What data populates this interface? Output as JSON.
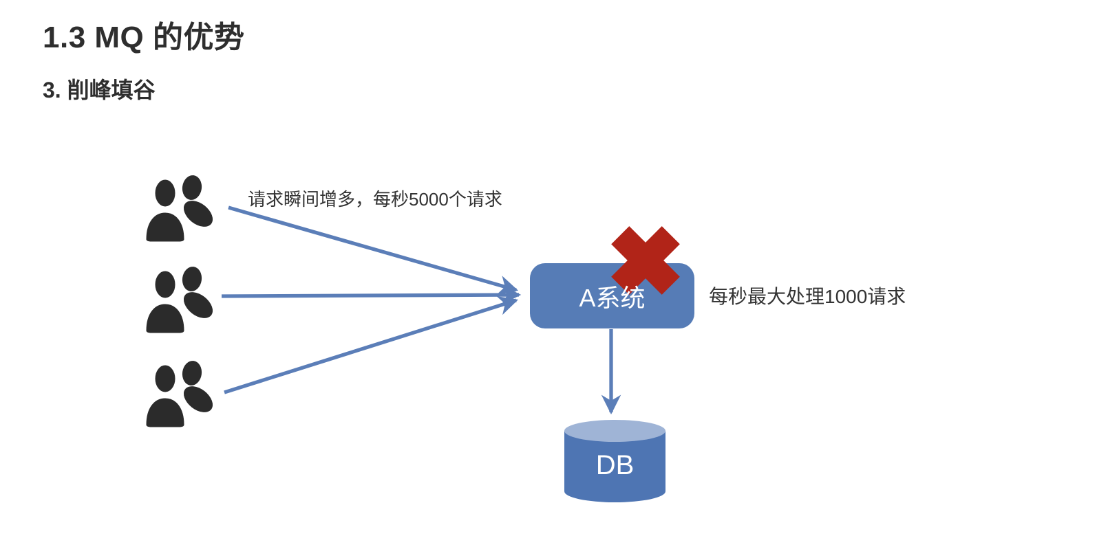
{
  "page": {
    "title": "1.3 MQ 的优势",
    "subtitle": "3. 削峰填谷"
  },
  "diagram": {
    "producers": [
      {
        "icon": "users-icon"
      },
      {
        "icon": "users-icon"
      },
      {
        "icon": "users-icon"
      }
    ],
    "annotations": {
      "burst": "请求瞬间增多，每秒5000个请求",
      "capacity": "每秒最大处理1000请求"
    },
    "nodes": {
      "system_a": {
        "label": "A系统",
        "shape": "rounded-rect",
        "status_icon": "x-mark-icon"
      },
      "db": {
        "label": "DB",
        "shape": "cylinder"
      }
    },
    "colors": {
      "node_blue": "#567CB6",
      "arrow_blue": "#5B7EB8",
      "cylinder_body": "#4E75B3",
      "cylinder_top": "#9FB4D6",
      "x_red": "#B12418",
      "user_icon_dark": "#2B2B2B",
      "annotation_text": "#333333",
      "node_text": "#FFFFFF"
    }
  }
}
